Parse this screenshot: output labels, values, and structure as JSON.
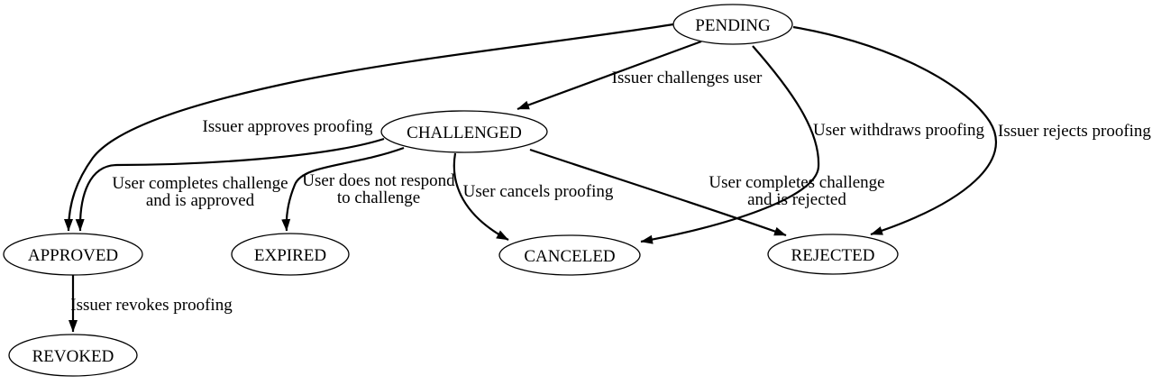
{
  "diagram": {
    "type": "state-machine",
    "colors": {
      "background": "#ffffff",
      "stroke": "#000000",
      "text": "#000000"
    },
    "nodes": [
      {
        "id": "pending",
        "label": "PENDING"
      },
      {
        "id": "challenged",
        "label": "CHALLENGED"
      },
      {
        "id": "approved",
        "label": "APPROVED"
      },
      {
        "id": "expired",
        "label": "EXPIRED"
      },
      {
        "id": "canceled",
        "label": "CANCELED"
      },
      {
        "id": "rejected",
        "label": "REJECTED"
      },
      {
        "id": "revoked",
        "label": "REVOKED"
      }
    ],
    "edges": [
      {
        "from": "PENDING",
        "to": "CHALLENGED",
        "label_lines": [
          "Issuer challenges user"
        ]
      },
      {
        "from": "PENDING",
        "to": "APPROVED",
        "label_lines": [
          "Issuer approves proofing"
        ]
      },
      {
        "from": "PENDING",
        "to": "CANCELED",
        "label_lines": [
          "User withdraws proofing"
        ]
      },
      {
        "from": "PENDING",
        "to": "REJECTED",
        "label_lines": [
          "Issuer rejects proofing"
        ]
      },
      {
        "from": "CHALLENGED",
        "to": "APPROVED",
        "label_lines": [
          "User completes challenge",
          "and is approved"
        ]
      },
      {
        "from": "CHALLENGED",
        "to": "EXPIRED",
        "label_lines": [
          "User does not respond",
          "to challenge"
        ]
      },
      {
        "from": "CHALLENGED",
        "to": "CANCELED",
        "label_lines": [
          "User cancels proofing"
        ]
      },
      {
        "from": "CHALLENGED",
        "to": "REJECTED",
        "label_lines": [
          "User completes challenge",
          "and is rejected"
        ]
      },
      {
        "from": "APPROVED",
        "to": "REVOKED",
        "label_lines": [
          "Issuer revokes proofing"
        ]
      }
    ]
  }
}
